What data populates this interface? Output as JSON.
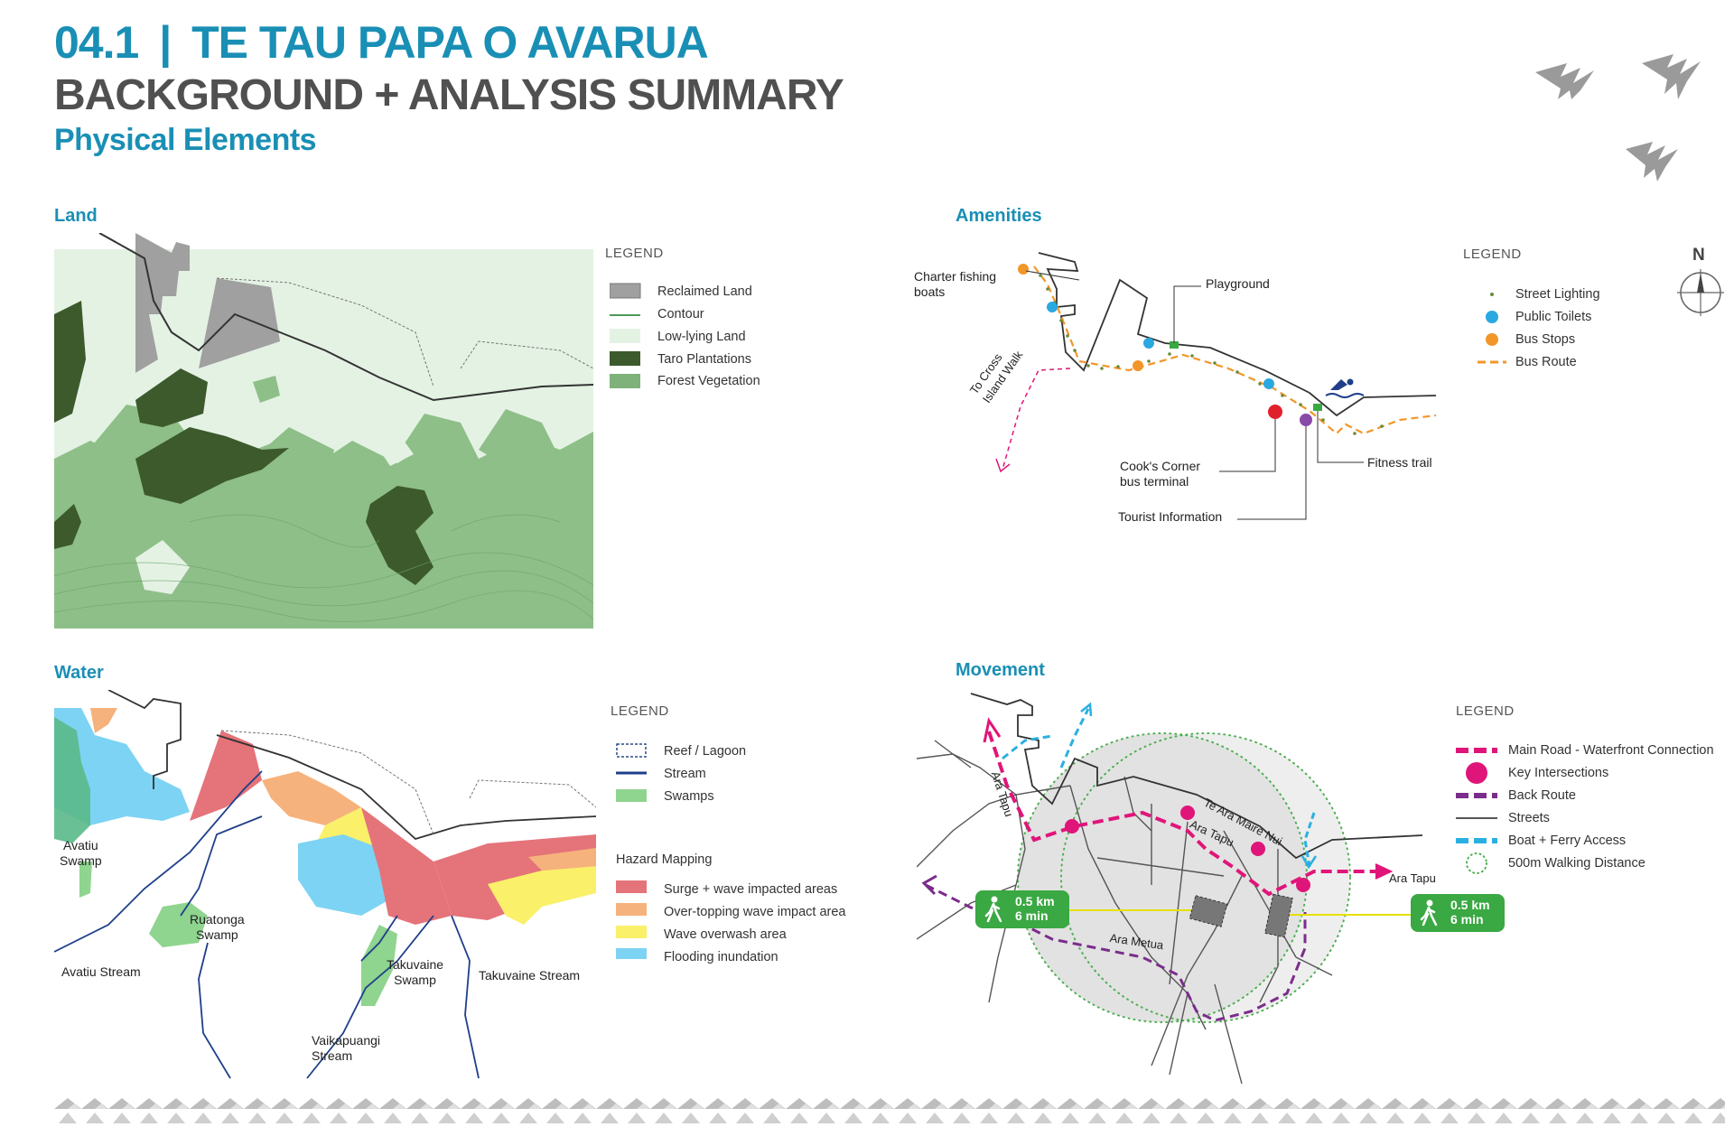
{
  "header": {
    "number": "04.1",
    "separator": "|",
    "name": "TE TAU PAPA O AVARUA",
    "subtitle": "BACKGROUND + ANALYSIS SUMMARY",
    "phase": "Physical Elements"
  },
  "land": {
    "title": "Land",
    "legend_title": "LEGEND",
    "legend": [
      {
        "label": "Reclaimed Land",
        "color": "#a0a0a0"
      },
      {
        "label": "Contour",
        "color": "#4a9a5a"
      },
      {
        "label": "Low-lying Land",
        "color": "#e4f2e4"
      },
      {
        "label": "Taro Plantations",
        "color": "#3c5a2c"
      },
      {
        "label": "Forest Vegetation",
        "color": "#7fb27a"
      }
    ]
  },
  "amenities": {
    "title": "Amenities",
    "legend_title": "LEGEND",
    "legend": [
      {
        "label": "Street Lighting",
        "color": "#6a8a3a"
      },
      {
        "label": "Public Toilets",
        "color": "#2aa8e0"
      },
      {
        "label": "Bus Stops",
        "color": "#f2962a"
      },
      {
        "label": "Bus Route",
        "color": "#f2962a"
      }
    ],
    "labels": {
      "charter_1": "Charter fishing",
      "charter_2": "boats",
      "playground": "Playground",
      "cross_island_1": "To Cross",
      "cross_island_2": "Island Walk",
      "cooks_1": "Cook's Corner",
      "cooks_2": "bus terminal",
      "fitness": "Fitness trail",
      "tourist": "Tourist Information"
    },
    "compass": "N"
  },
  "water": {
    "title": "Water",
    "legend_title": "LEGEND",
    "legend": [
      {
        "label": "Reef / Lagoon",
        "color": "#2a4a8a"
      },
      {
        "label": "Stream",
        "color": "#1f3f8a"
      },
      {
        "label": "Swamps",
        "color": "#8fd48f"
      }
    ],
    "hazard_title": "Hazard Mapping",
    "hazard": [
      {
        "label": "Surge + wave impacted areas",
        "color": "#e5737a"
      },
      {
        "label": "Over-topping wave impact area",
        "color": "#f6b27c"
      },
      {
        "label": "Wave overwash area",
        "color": "#faf06a"
      },
      {
        "label": "Flooding inundation",
        "color": "#7dd3f3"
      }
    ],
    "labels": {
      "avatiu_swamp_1": "Avatiu",
      "avatiu_swamp_2": "Swamp",
      "ruatonga_1": "Ruatonga",
      "ruatonga_2": "Swamp",
      "takuvaine_swamp_1": "Takuvaine",
      "takuvaine_swamp_2": "Swamp",
      "avatiu_stream": "Avatiu Stream",
      "takuvaine_stream": "Takuvaine Stream",
      "vaikapuangi_1": "Vaikapuangi",
      "vaikapuangi_2": "Stream"
    }
  },
  "movement": {
    "title": "Movement",
    "legend_title": "LEGEND",
    "legend": [
      {
        "label": "Main Road - Waterfront Connection",
        "color": "#e0157a"
      },
      {
        "label": "Key Intersections",
        "color": "#e0157a"
      },
      {
        "label": "Back Route",
        "color": "#7a2d8a"
      },
      {
        "label": "Streets",
        "color": "#555555"
      },
      {
        "label": "Boat + Ferry Access",
        "color": "#2ab0e0"
      },
      {
        "label": "500m Walking Distance",
        "color": "#4caf50"
      }
    ],
    "labels": {
      "ara_tapu_left": "Ara Tapu",
      "te_ara_maire_nui": "Te Ara Maire Nui",
      "ara_tapu_mid": "Ara Tapu",
      "ara_tapu_right": "Ara Tapu",
      "ara_metua": "Ara Metua"
    },
    "walk_badges": [
      {
        "distance": "0.5 km",
        "time": "6 min"
      },
      {
        "distance": "0.5 km",
        "time": "6 min"
      }
    ]
  },
  "colors": {
    "accent": "#1a8fb5",
    "heading_grey": "#505050",
    "walk_green": "#3aa843",
    "main_road": "#e0157a",
    "back_route": "#7a2d8a"
  }
}
